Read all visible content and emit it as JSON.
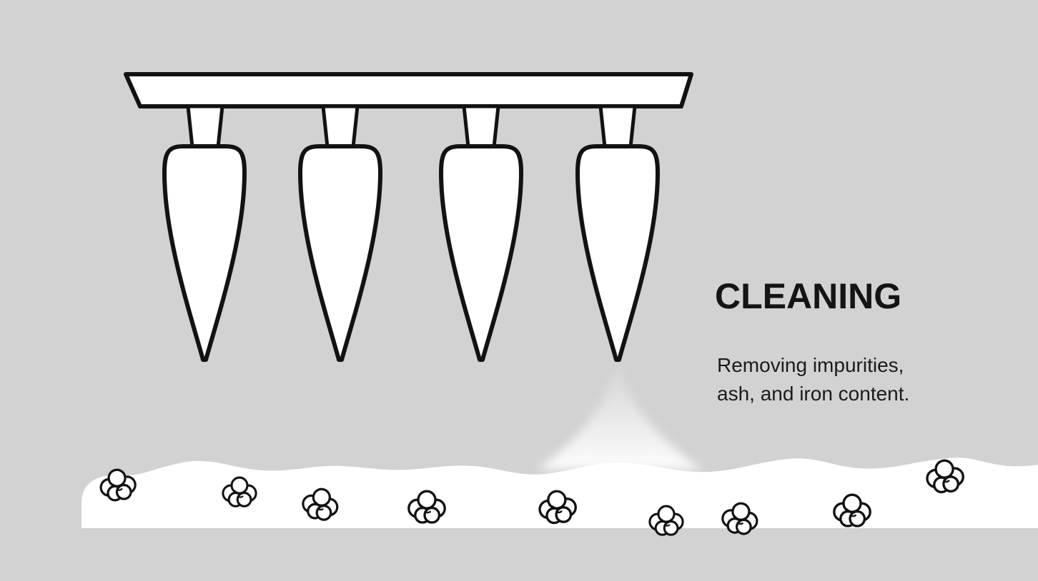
{
  "page": {
    "background_color": "#d2d2d2",
    "ink_color": "#141414",
    "fill_color": "#ffffff"
  },
  "content": {
    "title": "CLEANING",
    "description": [
      "Removing impurities,",
      "ash, and iron content."
    ]
  },
  "diagram": {
    "spike_count": 4,
    "cotton_boll_count": 9
  }
}
